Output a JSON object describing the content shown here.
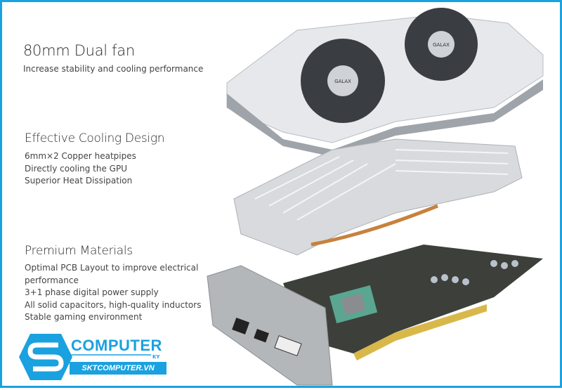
{
  "sections": [
    {
      "title": "80mm Dual fan",
      "lines": [
        "Increase stability and cooling performance"
      ]
    },
    {
      "title": "Effective Cooling Design",
      "lines": [
        "6mm×2 Copper heatpipes",
        "Directly cooling the GPU",
        "Superior Heat Dissipation"
      ]
    },
    {
      "title": "Premium Materials",
      "lines": [
        "Optimal PCB Layout to improve electrical",
        "performance",
        "3+1 phase digital power supply",
        "All solid capacitors, high-quality inductors",
        "Stable gaming environment"
      ]
    }
  ],
  "logo": {
    "brand": "COMPUTER",
    "sub": "KY",
    "url": "SKTCOMPUTER.VN"
  },
  "fan_brand": "GALAX",
  "colors": {
    "accent": "#1aa1e0"
  }
}
